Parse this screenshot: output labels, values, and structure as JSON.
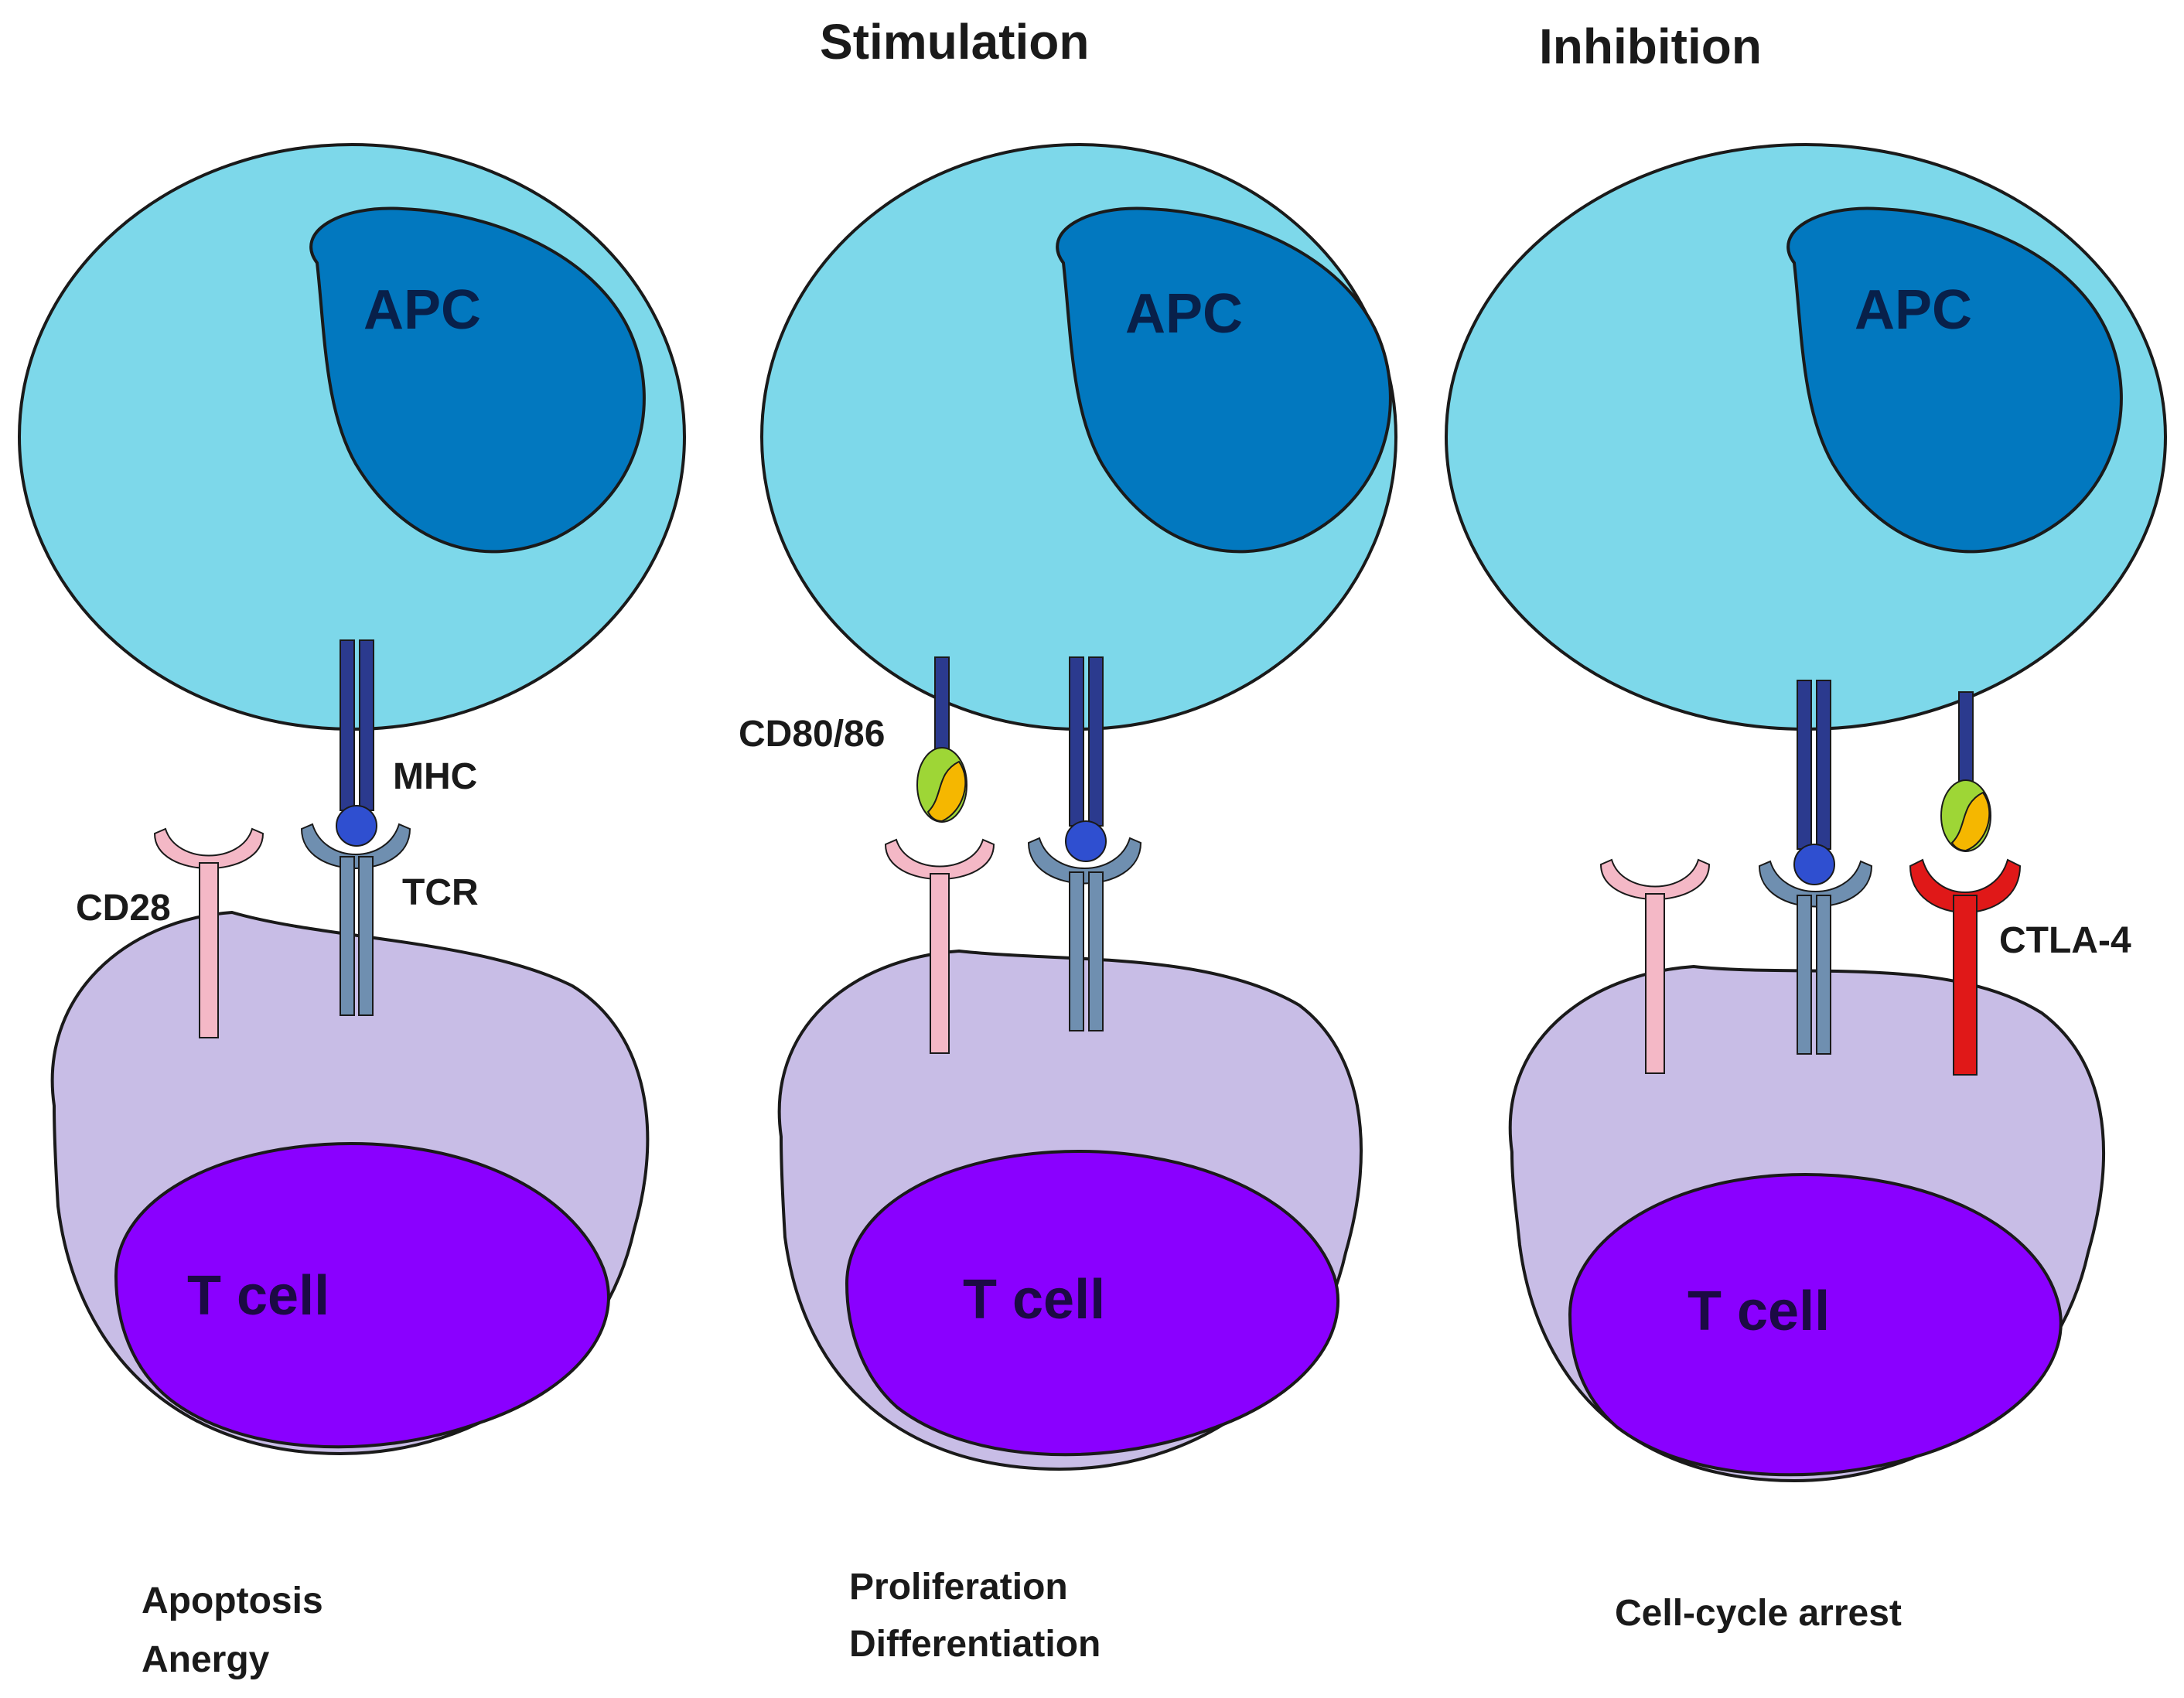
{
  "panels": [
    {
      "title": "",
      "apc_label": "APC",
      "tcell_label": "T cell",
      "labels": {
        "mhc": "MHC",
        "tcr": "TCR",
        "cd28": "CD28"
      },
      "outcome": [
        "Apoptosis",
        "Anergy"
      ]
    },
    {
      "title": "Stimulation",
      "apc_label": "APC",
      "tcell_label": "T cell",
      "labels": {
        "cd80": "CD80/86"
      },
      "outcome": [
        "Proliferation",
        "Differentiation"
      ]
    },
    {
      "title": "Inhibition",
      "apc_label": "APC",
      "tcell_label": "T cell",
      "labels": {
        "ctla4": "CTLA-4"
      },
      "outcome": [
        "Cell-cycle arrest"
      ]
    }
  ],
  "colors": {
    "apc_cell": "#7dd8ea",
    "apc_nucleus": "#0278bf",
    "t_cell": "#c8bde6",
    "t_nucleus": "#8a00ff",
    "mhc": "#2b3a8e",
    "peptide": "#2f4fd0",
    "tcr": "#6f8fb0",
    "cd28": "#f4b8c6",
    "ctla4": "#e01818",
    "cd80_green": "#9ed636",
    "cd80_orange": "#f5b700",
    "outline": "#1a1a1a"
  }
}
